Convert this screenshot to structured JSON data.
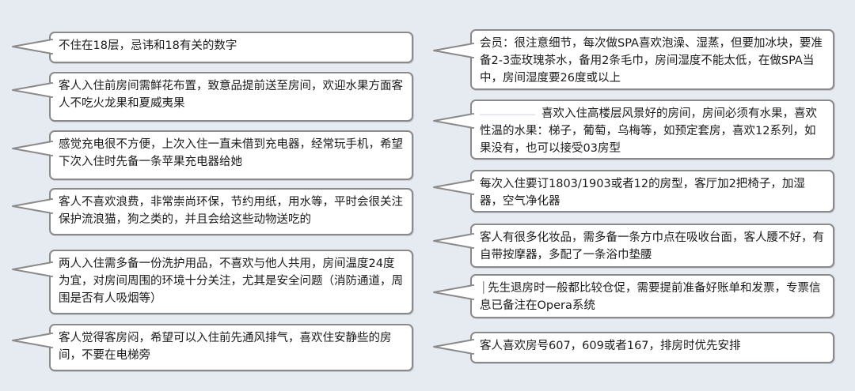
{
  "left_notes": [
    "不住在18层，忌讳和18有关的数字",
    "客人入住前房间需鲜花布置，致意品提前送至房间，欢迎水果方面客人不吃火龙果和夏威夷果",
    "感觉充电很不方便，上次入住一直未借到充电器，经常玩手机，希望下次入住时先备一条苹果充电器给她",
    "客人不喜欢浪费，非常崇尚环保，节约用纸，用水等，平时会很关注保护流浪猫，狗之类的，并且会给这些动物送吃的",
    "两人入住需多备一份洗护用品，不喜欢与他人共用，房间温度24度为宜，对房间周围的环境十分关注，尤其是安全问题（消防通道，周围是否有人吸烟等）",
    "客人觉得客房闷，希望可以入住前先通风排气，喜欢住安静些的房间，不要在电梯旁"
  ],
  "right_notes": [
    "会员：很注意细节，每次做SPA喜欢泡澡、湿蒸，但要加冰块，要准备2-3壶玫瑰茶水，备用2条毛巾，房间湿度不能太低，在做SPA当中，房间湿度要26度或以上",
    "喜欢入住高楼层风景好的房间，房间必须有水果，喜欢性温的水果：梯子，葡萄，乌梅等，如预定套房，喜欢12系列，如果没有，也可以接受03房型",
    "每次入住要订1803/1903或者12的房型，客厅加2把椅子，加湿器，空气净化器",
    "客人有很多化妆品，需多备一条方巾点在吸收台面，客人腰不好，有自带按摩器，多配了一条浴巾垫腰",
    "先生退房时一般都比较仓促，需要提前准备好账单和发票，专票信息已备注在Opera系统",
    "客人喜欢房号607，609或者167，排房时优先安排"
  ]
}
